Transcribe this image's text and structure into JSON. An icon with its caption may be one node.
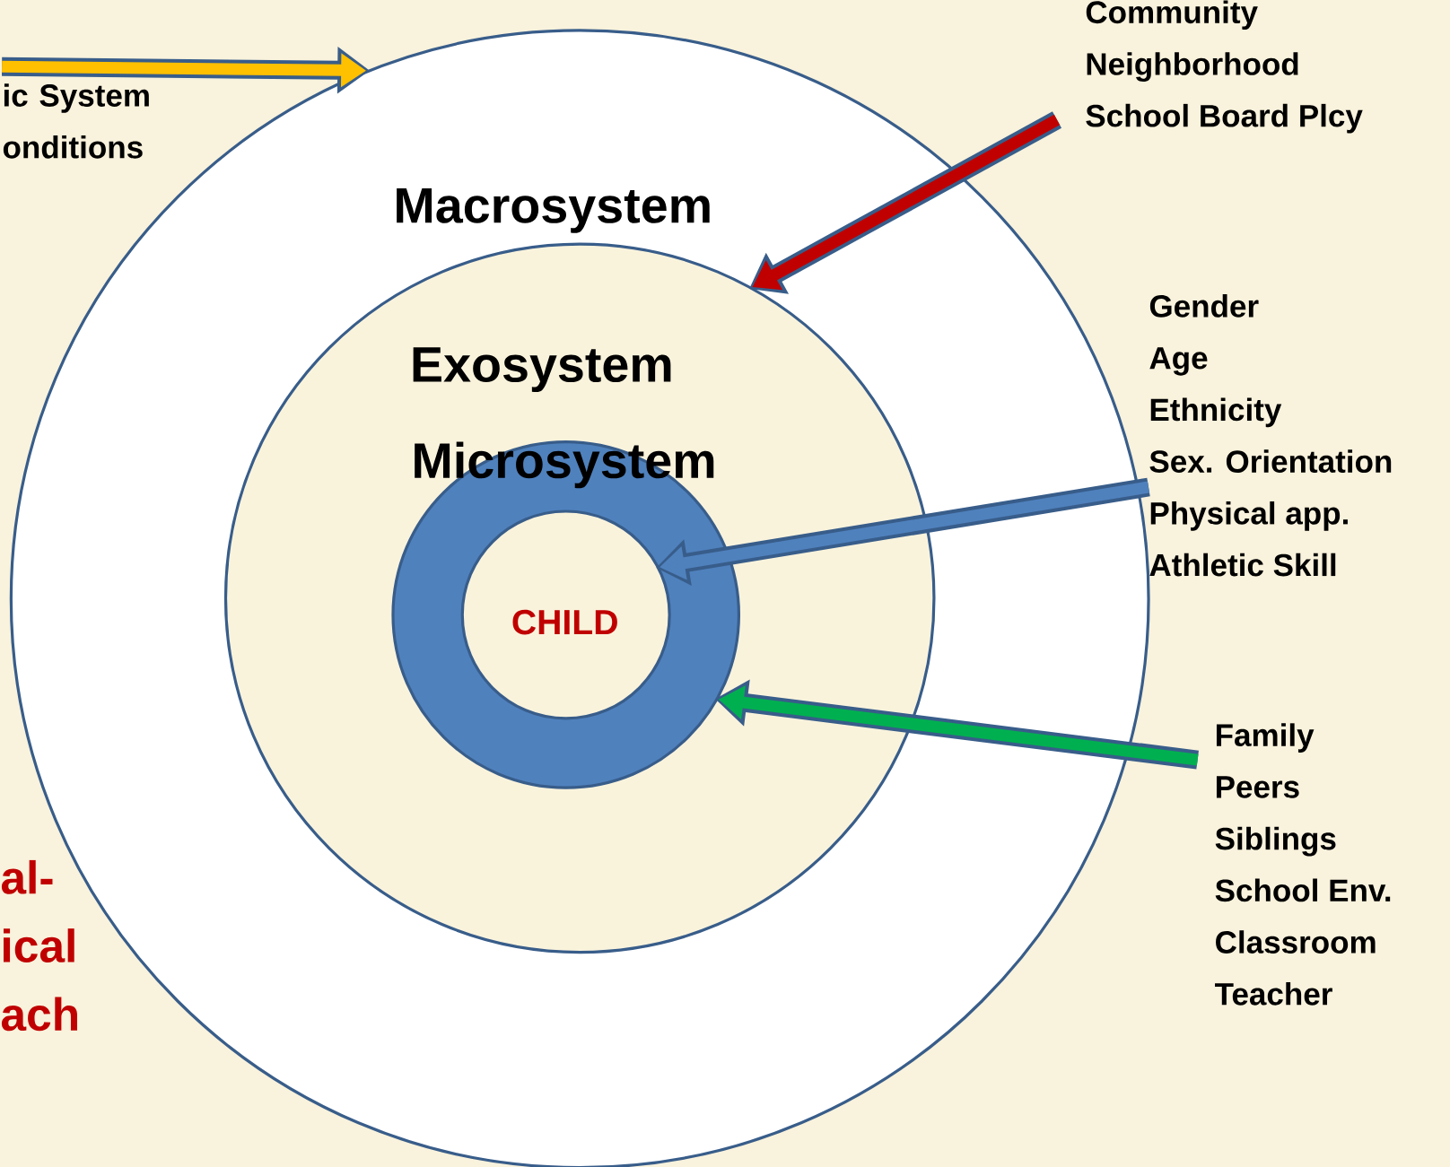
{
  "diagram": {
    "nodes": [
      {
        "text": [
          "Macrosystem"
        ]
      },
      {
        "text": [
          "Exosystem"
        ],
        "in": 0
      },
      {
        "text": [
          "Microsystem"
        ],
        "in": 1
      },
      {
        "text": [
          "CHILD"
        ],
        "in": 2
      },
      {
        "text": [
          "ic System onditions"
        ]
      },
      {
        "text": [
          "Community",
          "Neighborhood",
          "School Board Plcy"
        ]
      },
      {
        "text": [
          "Gender",
          "Age",
          "Ethnicity",
          "Sex. Orientation",
          "Physical app.",
          "Athletic Skill"
        ]
      },
      {
        "text": [
          "Family",
          "Peers",
          "Siblings",
          "School Env.",
          "Classroom",
          "Teacher"
        ]
      }
    ],
    "edges": [
      {
        "from": 4,
        "to": 0,
        "arrow": "to",
        "color": "#ffc000"
      },
      {
        "from": 5,
        "to": 1,
        "arrow": "to",
        "color": "#c00000"
      },
      {
        "from": 6,
        "to": 3,
        "arrow": "to",
        "color": "#4f81bd"
      },
      {
        "from": 7,
        "to": 2,
        "arrow": "to",
        "color": "#00b050"
      }
    ],
    "labels": [
      "al- ical ach"
    ]
  }
}
